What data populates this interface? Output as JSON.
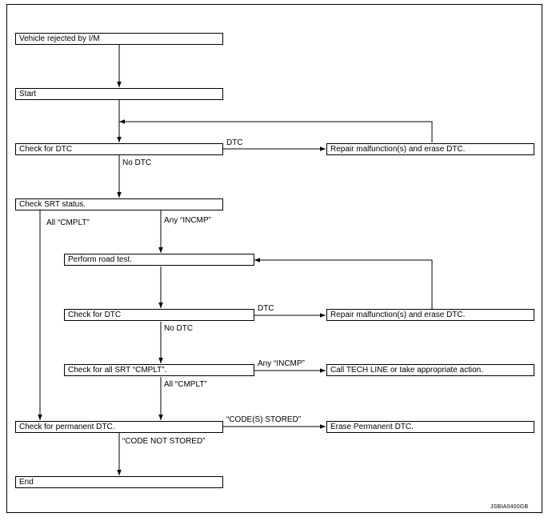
{
  "steps": {
    "rejected": "Vehicle rejected by I/M",
    "start": "Start",
    "check_dtc_1": "Check for DTC",
    "repair_1": "Repair malfunction(s) and erase DTC.",
    "check_srt": "Check SRT status.",
    "road_test": "Perform road test.",
    "check_dtc_2": "Check for DTC",
    "repair_2": "Repair malfunction(s) and erase DTC.",
    "check_all_srt": "Check for all SRT “CMPLT”.",
    "call_tech": "Call TECH LINE or take appropriate action.",
    "check_perm": "Check for permanent DTC.",
    "erase_perm": "Erase Permanent DTC.",
    "end": "End"
  },
  "labels": {
    "dtc_1": "DTC",
    "no_dtc_1": "No DTC",
    "all_cmplt_1": "All “CMPLT”",
    "any_incmp_1": "Any “INCMP”",
    "dtc_2": "DTC",
    "no_dtc_2": "No DTC",
    "any_incmp_2": "Any “INCMP”",
    "all_cmplt_2": "All “CMPLT”",
    "codes_stored": "“CODE(S) STORED”",
    "code_not_stored": "“CODE NOT STORED”"
  },
  "figure_code": "JSBIA0400GB"
}
